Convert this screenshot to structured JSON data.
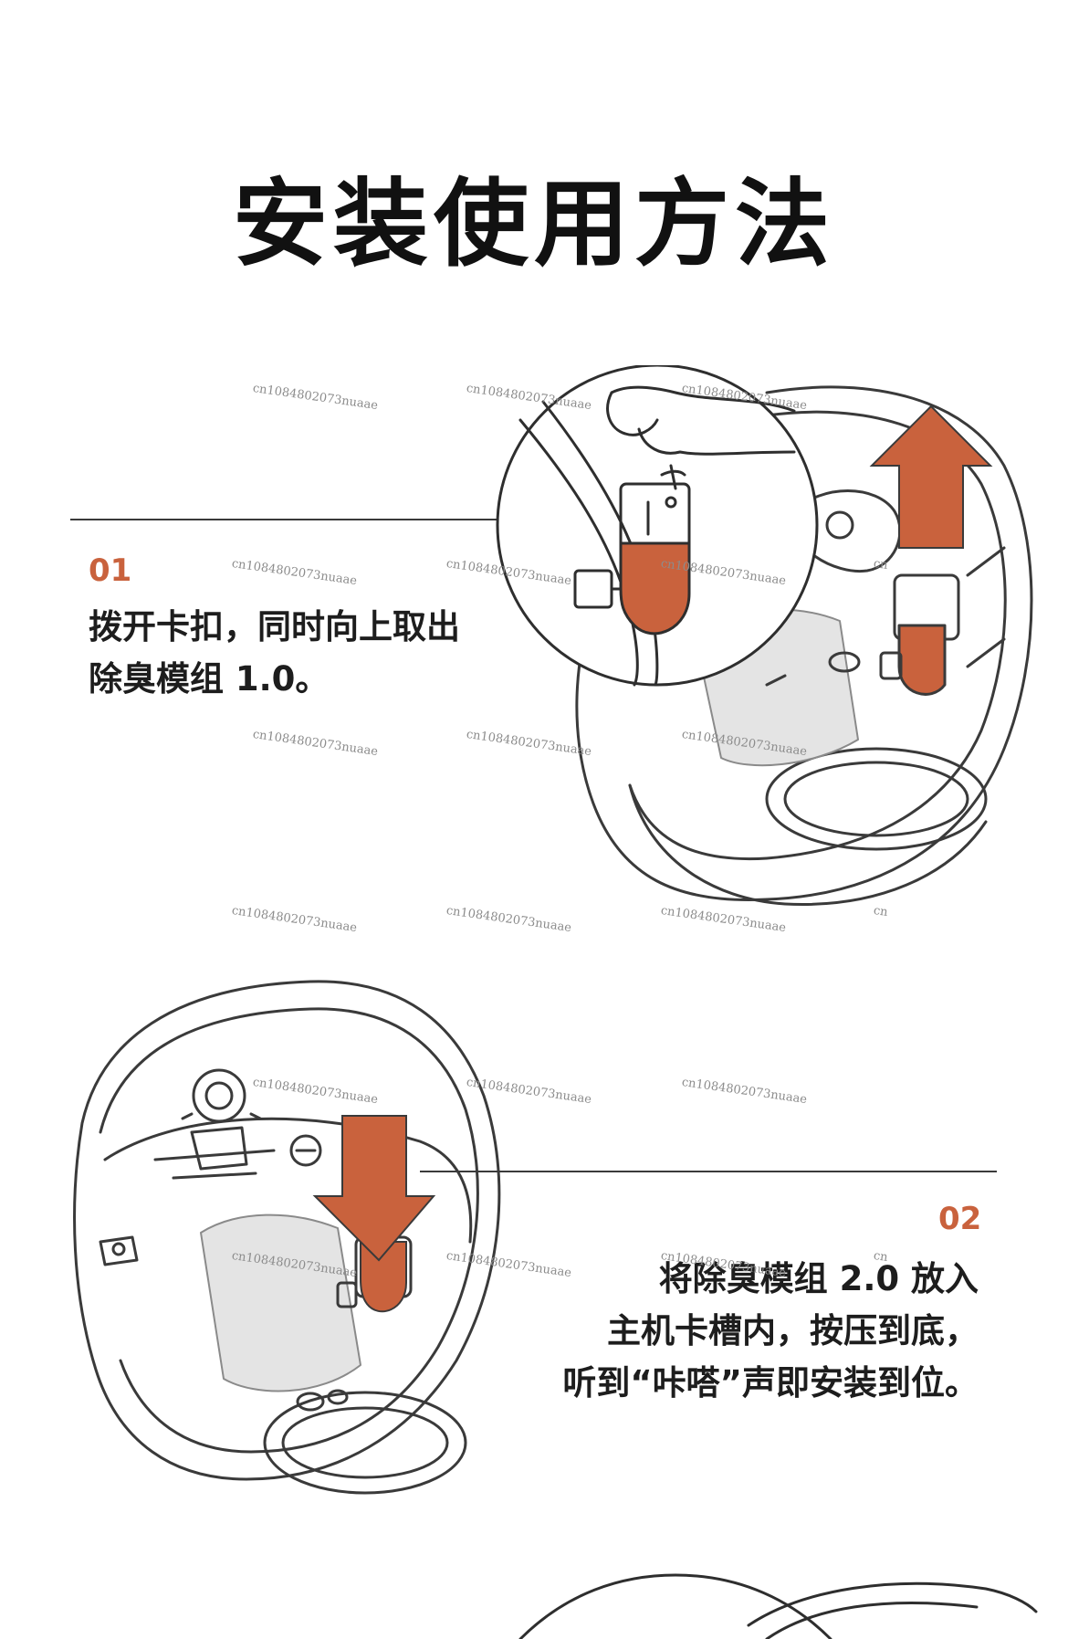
{
  "page": {
    "title": "安装使用方法"
  },
  "steps": [
    {
      "number": "01",
      "lines": [
        "拨开卡扣，同时向上取出",
        "除臭模组 1.0。"
      ]
    },
    {
      "number": "02",
      "lines": [
        "将除臭模组 2.0 放入",
        "主机卡槽内，按压到底，",
        "听到“咔嗒”声即安装到位。"
      ]
    }
  ],
  "watermark": {
    "text": "cn1084802073nuaae",
    "partial": "cn"
  },
  "colors": {
    "accent": "#c9623d",
    "line": "#3a3a3a",
    "text": "#1d1d1d"
  },
  "icons": {
    "step1_arrow": "arrow-up-icon",
    "step2_arrow": "arrow-down-icon"
  }
}
